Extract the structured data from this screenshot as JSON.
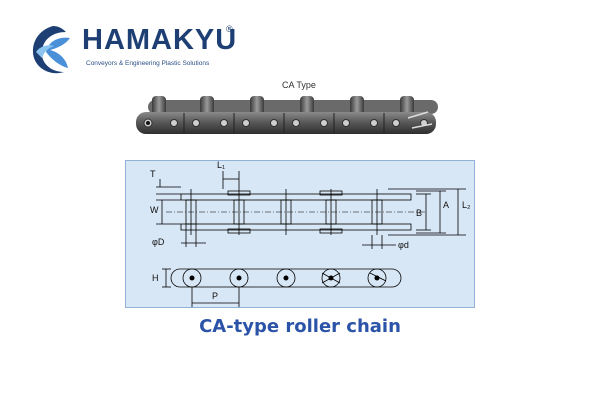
{
  "brand": {
    "name": "HAMAKYU",
    "registered": "®",
    "tagline": "Conveyors & Engineering Plastic Solutions",
    "color": "#1d3f74"
  },
  "photo": {
    "label": "CA Type"
  },
  "diagram": {
    "background": "#d8e7f5",
    "dims": {
      "T": "T",
      "L1": "L₁",
      "W": "W",
      "B": "B",
      "A": "A",
      "L2": "L₂",
      "phiD": "φD",
      "phid": "φd",
      "H": "H",
      "P": "P"
    }
  },
  "caption": {
    "text": "CA-type roller chain",
    "color": "#2b54a8"
  }
}
